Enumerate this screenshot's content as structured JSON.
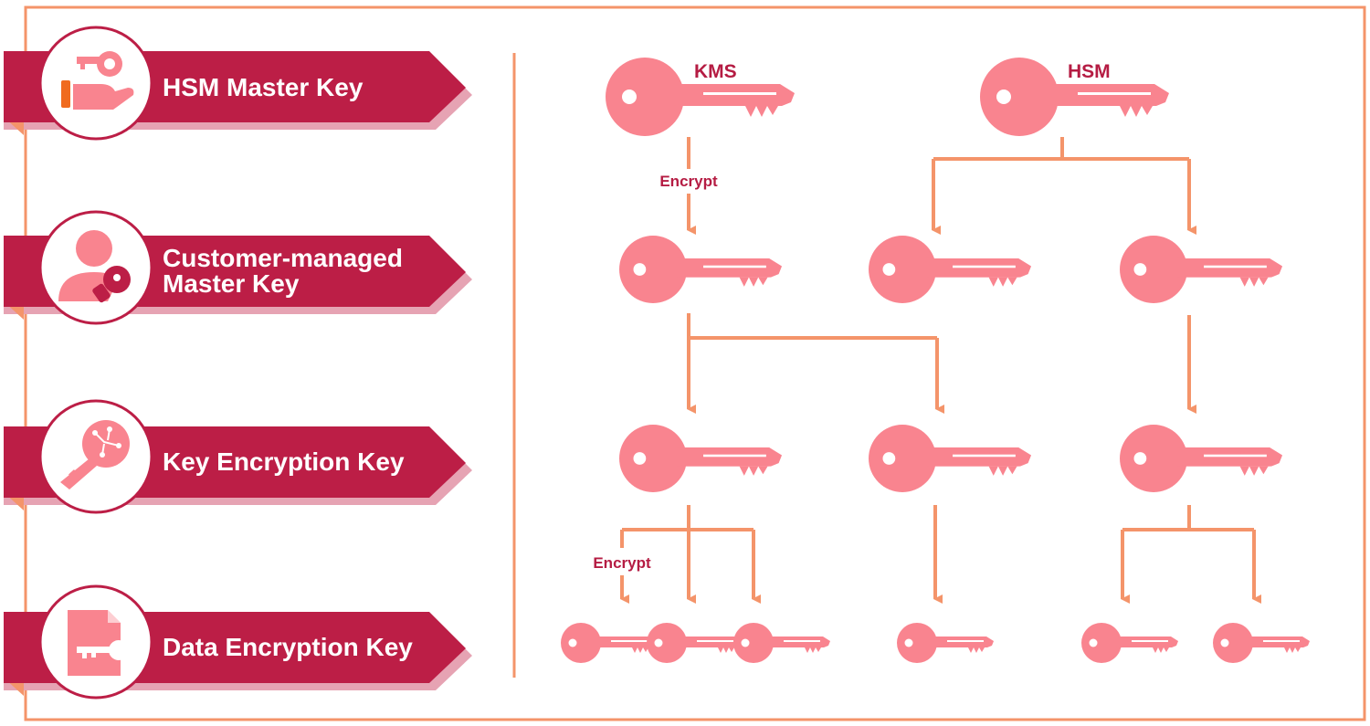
{
  "legend": {
    "items": [
      {
        "title_lines": [
          "HSM Master Key"
        ],
        "icon": "hand-key-icon"
      },
      {
        "title_lines": [
          "Customer-managed",
          "Master Key"
        ],
        "icon": "user-key-icon"
      },
      {
        "title_lines": [
          "Key Encryption Key"
        ],
        "icon": "circuit-key-icon"
      },
      {
        "title_lines": [
          "Data Encryption Key"
        ],
        "icon": "document-key-icon"
      }
    ]
  },
  "hierarchy": {
    "roots": [
      {
        "label": "KMS"
      },
      {
        "label": "HSM"
      }
    ],
    "edge_labels": {
      "root_to_master": "Encrypt",
      "kek_to_dek": "Encrypt"
    }
  },
  "colors": {
    "frame": "#f4946a",
    "banner": "#bc1e46",
    "banner_shadow": "#e6a3b3",
    "banner_fold": "#f4946a",
    "key": "#f9848f",
    "arrow": "#f4946a",
    "label": "#b51c43",
    "icon_orange": "#f06b1f"
  }
}
